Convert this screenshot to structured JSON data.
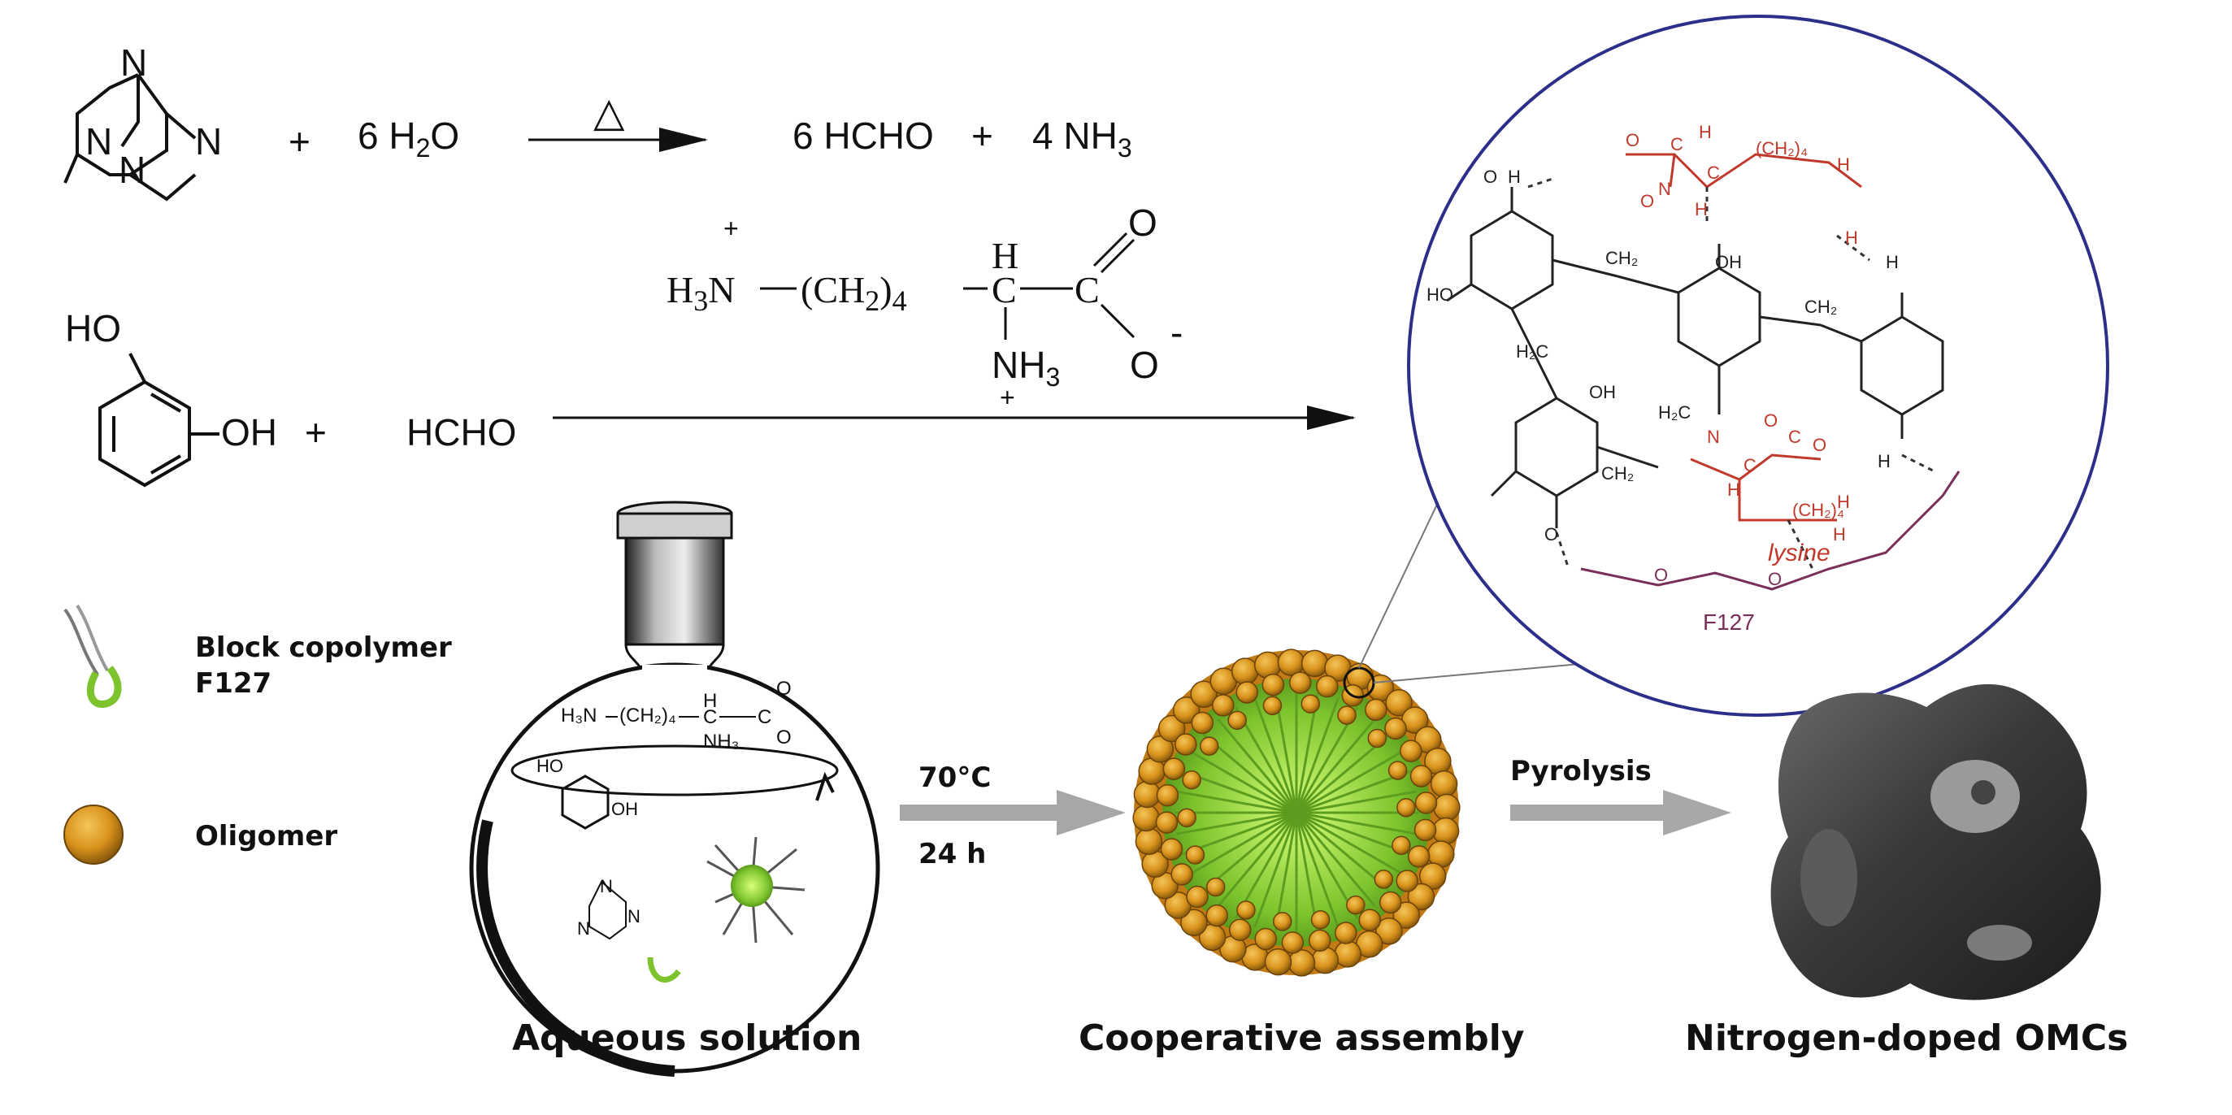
{
  "reaction1": {
    "plus1": "+",
    "water": "6 H",
    "water_sub": "2",
    "water_o": "O",
    "heat_symbol": "△",
    "formaldehyde": "6 HCHO",
    "plus2": "+",
    "ammonia": "4 NH",
    "ammonia_sub": "3"
  },
  "reaction2": {
    "resorcinol_ho": "HO",
    "resorcinol_oh": "OH",
    "plus1": "+",
    "hcho": "HCHO"
  },
  "lysine": {
    "h3n": "H",
    "h3n_sub": "3",
    "h3n_n": "N",
    "chain": "(CH",
    "chain_sub2": "2",
    "chain_close": ")",
    "chain_sub4": "4",
    "c_h": "H",
    "c_alpha": "C",
    "c_carboxyl": "C",
    "o_double": "O",
    "o_minus": "O",
    "minus": "-",
    "nh3": "NH",
    "nh3_sub": "3",
    "plus_top": "+",
    "plus_bottom": "+"
  },
  "legend": {
    "copolymer_line1": "Block copolymer",
    "copolymer_line2": "F127",
    "oligomer": "Oligomer"
  },
  "flask": {
    "lys_h3n": "H₃N",
    "lys_chain": "(CH₂)₄",
    "lys_h": "H",
    "lys_c": "C",
    "lys_c2": "C",
    "lys_o": "O",
    "lys_o2": "O",
    "lys_nh3": "NH₃",
    "ho": "HO",
    "oh": "OH",
    "hmt_n1": "N",
    "hmt_n2": "N",
    "hmt_n3": "N"
  },
  "conditions": {
    "temp": "70°C",
    "time": "24 h",
    "pyrolysis": "Pyrolysis"
  },
  "zoom": {
    "lysine": "lysine",
    "f127": "F127",
    "oh_labels": [
      "OH",
      "OH",
      "HO",
      "OH"
    ],
    "ch2_labels": [
      "CH₂",
      "CH₂",
      "H₂C",
      "H₂C",
      "CH₂"
    ],
    "n_labels": [
      "N",
      "N"
    ],
    "o_labels": [
      "O",
      "O",
      "O",
      "O",
      "O",
      "O",
      "O",
      "O"
    ],
    "h_labels": [
      "H",
      "H",
      "H",
      "H",
      "H",
      "H",
      "H",
      "H",
      "H",
      "H"
    ],
    "chain_labels": [
      "(CH₂)₄",
      "(CH₂)₄"
    ],
    "c_labels": [
      "C",
      "C",
      "C",
      "C"
    ]
  },
  "captions": {
    "aqueous": "Aqueous solution",
    "assembly": "Cooperative assembly",
    "omc": "Nitrogen-doped OMCs"
  },
  "colors": {
    "lysine_red": "#c0392b",
    "f127_purple": "#7a2e5a",
    "circle_blue": "#2c2f8a",
    "arrow_gray": "#a7a7a7",
    "oligomer_orange": "#d9931c",
    "copolymer_green": "#7cc32d",
    "omc_dark": "#3a3a3a"
  }
}
